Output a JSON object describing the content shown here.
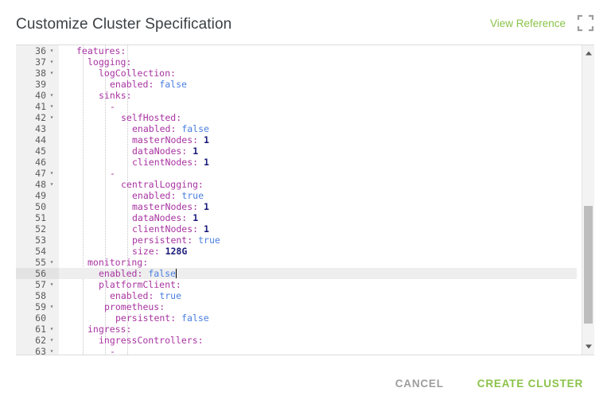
{
  "header": {
    "title": "Customize Cluster Specification",
    "view_reference_label": "View Reference",
    "fullscreen_icon": "fullscreen-expand-icon"
  },
  "editor": {
    "language": "yaml",
    "first_visible_line": 36,
    "last_visible_line": 63,
    "active_line": 56,
    "cursor_line": 56,
    "cursor_column": 22,
    "colors": {
      "key": "#a833a1",
      "boolean": "#4a7fe0",
      "number": "#1a1a7a",
      "gutter_bg": "#f1f1f1",
      "active_line_bg": "#eeeeee",
      "scrollbar_thumb": "#bdbdbd"
    },
    "lines": [
      {
        "num": 36,
        "fold": true,
        "indent": 2,
        "tokens": [
          {
            "t": "features:",
            "c": "k"
          }
        ]
      },
      {
        "num": 37,
        "fold": true,
        "indent": 4,
        "tokens": [
          {
            "t": "logging:",
            "c": "k"
          }
        ]
      },
      {
        "num": 38,
        "fold": true,
        "indent": 6,
        "tokens": [
          {
            "t": "logCollection:",
            "c": "k"
          }
        ]
      },
      {
        "num": 39,
        "fold": false,
        "indent": 8,
        "tokens": [
          {
            "t": "enabled:",
            "c": "k"
          },
          {
            "t": " ",
            "c": "pl"
          },
          {
            "t": "false",
            "c": "b"
          }
        ]
      },
      {
        "num": 40,
        "fold": true,
        "indent": 6,
        "tokens": [
          {
            "t": "sinks:",
            "c": "k"
          }
        ]
      },
      {
        "num": 41,
        "fold": true,
        "indent": 8,
        "tokens": [
          {
            "t": "-",
            "c": "d"
          }
        ]
      },
      {
        "num": 42,
        "fold": true,
        "indent": 10,
        "tokens": [
          {
            "t": "selfHosted:",
            "c": "k"
          }
        ]
      },
      {
        "num": 43,
        "fold": false,
        "indent": 12,
        "tokens": [
          {
            "t": "enabled:",
            "c": "k"
          },
          {
            "t": " ",
            "c": "pl"
          },
          {
            "t": "false",
            "c": "b"
          }
        ]
      },
      {
        "num": 44,
        "fold": false,
        "indent": 12,
        "tokens": [
          {
            "t": "masterNodes:",
            "c": "k"
          },
          {
            "t": " ",
            "c": "pl"
          },
          {
            "t": "1",
            "c": "n"
          }
        ]
      },
      {
        "num": 45,
        "fold": false,
        "indent": 12,
        "tokens": [
          {
            "t": "dataNodes:",
            "c": "k"
          },
          {
            "t": " ",
            "c": "pl"
          },
          {
            "t": "1",
            "c": "n"
          }
        ]
      },
      {
        "num": 46,
        "fold": false,
        "indent": 12,
        "tokens": [
          {
            "t": "clientNodes:",
            "c": "k"
          },
          {
            "t": " ",
            "c": "pl"
          },
          {
            "t": "1",
            "c": "n"
          }
        ]
      },
      {
        "num": 47,
        "fold": true,
        "indent": 8,
        "tokens": [
          {
            "t": "-",
            "c": "d"
          }
        ]
      },
      {
        "num": 48,
        "fold": true,
        "indent": 10,
        "tokens": [
          {
            "t": "centralLogging:",
            "c": "k"
          }
        ]
      },
      {
        "num": 49,
        "fold": false,
        "indent": 12,
        "tokens": [
          {
            "t": "enabled:",
            "c": "k"
          },
          {
            "t": " ",
            "c": "pl"
          },
          {
            "t": "true",
            "c": "b"
          }
        ]
      },
      {
        "num": 50,
        "fold": false,
        "indent": 12,
        "tokens": [
          {
            "t": "masterNodes:",
            "c": "k"
          },
          {
            "t": " ",
            "c": "pl"
          },
          {
            "t": "1",
            "c": "n"
          }
        ]
      },
      {
        "num": 51,
        "fold": false,
        "indent": 12,
        "tokens": [
          {
            "t": "dataNodes:",
            "c": "k"
          },
          {
            "t": " ",
            "c": "pl"
          },
          {
            "t": "1",
            "c": "n"
          }
        ]
      },
      {
        "num": 52,
        "fold": false,
        "indent": 12,
        "tokens": [
          {
            "t": "clientNodes:",
            "c": "k"
          },
          {
            "t": " ",
            "c": "pl"
          },
          {
            "t": "1",
            "c": "n"
          }
        ]
      },
      {
        "num": 53,
        "fold": false,
        "indent": 12,
        "tokens": [
          {
            "t": "persistent:",
            "c": "k"
          },
          {
            "t": " ",
            "c": "pl"
          },
          {
            "t": "true",
            "c": "b"
          }
        ]
      },
      {
        "num": 54,
        "fold": false,
        "indent": 12,
        "tokens": [
          {
            "t": "size:",
            "c": "k"
          },
          {
            "t": " ",
            "c": "pl"
          },
          {
            "t": "128G",
            "c": "n"
          }
        ]
      },
      {
        "num": 55,
        "fold": true,
        "indent": 4,
        "tokens": [
          {
            "t": "monitoring:",
            "c": "k"
          }
        ]
      },
      {
        "num": 56,
        "fold": false,
        "indent": 6,
        "tokens": [
          {
            "t": "enabled:",
            "c": "k"
          },
          {
            "t": " ",
            "c": "pl"
          },
          {
            "t": "false",
            "c": "b"
          }
        ],
        "cursor": true
      },
      {
        "num": 57,
        "fold": true,
        "indent": 6,
        "tokens": [
          {
            "t": "platformClient:",
            "c": "k"
          }
        ]
      },
      {
        "num": 58,
        "fold": false,
        "indent": 8,
        "tokens": [
          {
            "t": "enabled:",
            "c": "k"
          },
          {
            "t": " ",
            "c": "pl"
          },
          {
            "t": "true",
            "c": "b"
          }
        ]
      },
      {
        "num": 59,
        "fold": true,
        "indent": 7,
        "tokens": [
          {
            "t": "prometheus:",
            "c": "k"
          }
        ]
      },
      {
        "num": 60,
        "fold": false,
        "indent": 9,
        "tokens": [
          {
            "t": "persistent:",
            "c": "k"
          },
          {
            "t": " ",
            "c": "pl"
          },
          {
            "t": "false",
            "c": "b"
          }
        ]
      },
      {
        "num": 61,
        "fold": true,
        "indent": 4,
        "tokens": [
          {
            "t": "ingress:",
            "c": "k"
          }
        ]
      },
      {
        "num": 62,
        "fold": true,
        "indent": 6,
        "tokens": [
          {
            "t": "ingressControllers:",
            "c": "k"
          }
        ]
      },
      {
        "num": 63,
        "fold": true,
        "indent": 8,
        "tokens": [
          {
            "t": "-",
            "c": "d"
          }
        ]
      }
    ],
    "fold_glyph": "▾",
    "scrollbar": {
      "up_arrow": "scroll-up-arrow",
      "down_arrow": "scroll-down-arrow"
    }
  },
  "footer": {
    "cancel_label": "CANCEL",
    "create_label": "CREATE CLUSTER"
  }
}
